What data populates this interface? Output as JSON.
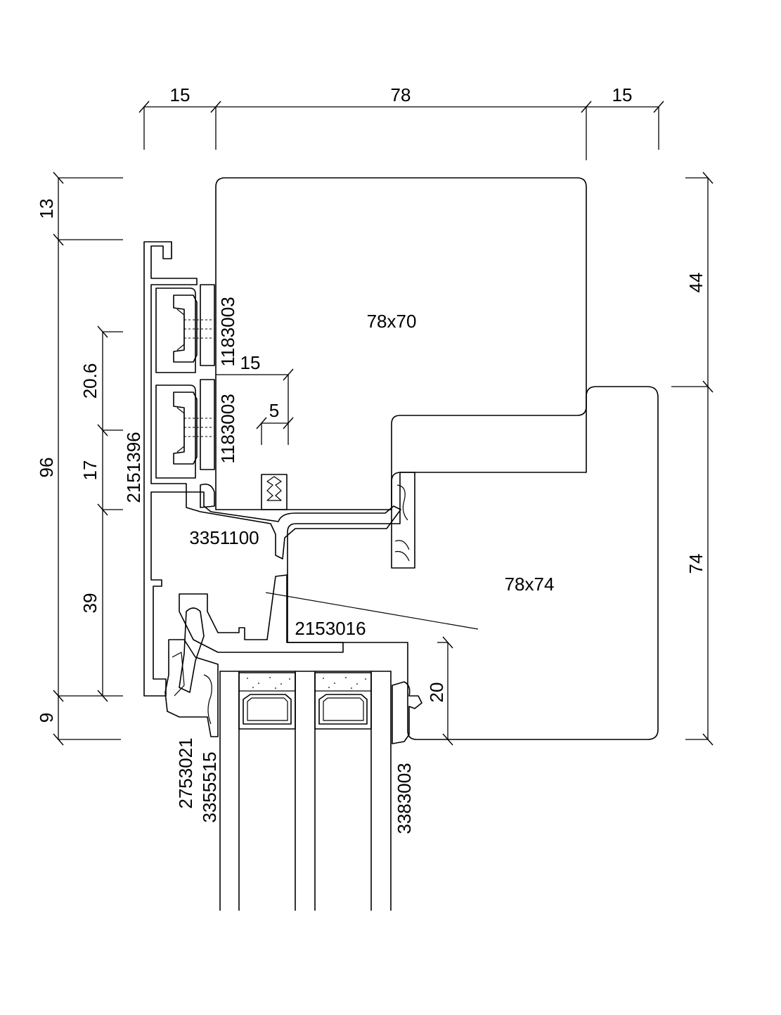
{
  "dimensions": {
    "top_left": "15",
    "top_middle": "78",
    "top_right": "15",
    "left_top": "13",
    "left_overall": "96",
    "left_bottom": "9",
    "inner_a": "20.6",
    "inner_b": "17",
    "inner_c": "39",
    "right_top": "44",
    "right_bottom": "74",
    "gap_15": "15",
    "gap_5": "5",
    "glass_20": "20"
  },
  "labels": {
    "sash_timber": "78x70",
    "frame_timber": "78x74",
    "cover_profile": "2151396",
    "clip_upper": "1183003",
    "clip_lower": "1183003",
    "gasket": "3351100",
    "drip_profile": "2153016",
    "glazing_bead": "2753021",
    "glazing_gasket": "3355515",
    "inner_gasket": "3383003"
  }
}
